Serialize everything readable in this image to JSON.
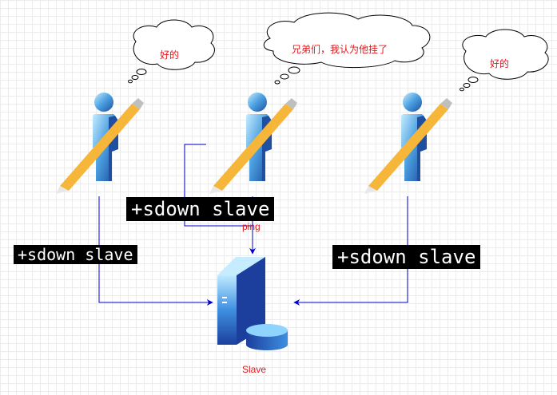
{
  "sentinels": [
    {
      "bubble_text": "好的"
    },
    {
      "bubble_text": "兄弟们，我认为他挂了"
    },
    {
      "bubble_text": "好的"
    }
  ],
  "edge_labels": {
    "left": "+sdown slave",
    "middle": "+sdown slave",
    "right": "+sdown slave",
    "ping": "ping"
  },
  "server": {
    "label": "Slave"
  },
  "colors": {
    "arrow": "#0000cc",
    "label_red": "#e0171d",
    "person_light": "#c5ecff",
    "person_dark": "#1f4fa0"
  }
}
